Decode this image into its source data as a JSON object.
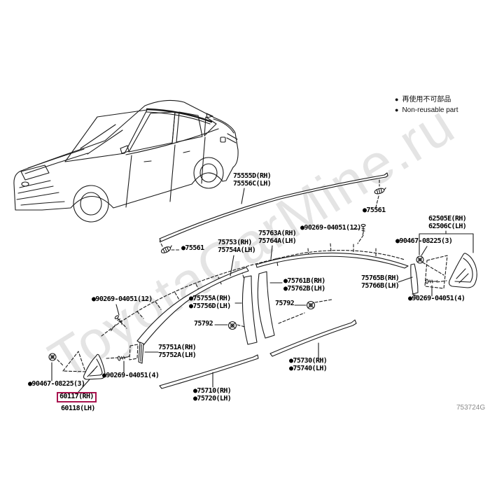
{
  "watermark": "ToyotaCarMine.ru",
  "diagram_code": "753724G",
  "colors": {
    "highlight_box": "#A8134E",
    "line": "#1a1a1a",
    "watermark": "#cfcfcf"
  },
  "legend": {
    "bullet": "●",
    "jp": "再使用不可部品",
    "en": "Non-reusable part"
  },
  "parts": {
    "roof_molding": {
      "line1": "75555D(RH)",
      "line2": "75556C(LH)"
    },
    "retainer_clip_right": {
      "line1": "●75561"
    },
    "retainer_clip_left": {
      "line1": "●75561"
    },
    "quarter_window_molding": {
      "line1": "62505E(RH)",
      "line2": "62506C(LH)"
    },
    "screw_roof": {
      "line1": "●90269-04051(12)"
    },
    "retainer_right": {
      "line1": "●90467-08225(3)"
    },
    "windshield_molding_rear": {
      "line1": "75763A(RH)",
      "line2": "75764A(LH)"
    },
    "windshield_molding_front": {
      "line1": "75753(RH)",
      "line2": "75754A(LH)"
    },
    "pillar_tape_rear": {
      "line1": "●75761B(RH)",
      "line2": "●75762B(LH)"
    },
    "quarter_pillar_molding": {
      "line1": "75765B(RH)",
      "line2": "75766B(LH)"
    },
    "screw_windshield": {
      "line1": "●90269-04051(12)"
    },
    "pillar_tape_front": {
      "line1": "●75755A(RH)",
      "line2": "●75756D(LH)"
    },
    "pad_right": {
      "line1": "75792"
    },
    "screw_quarter": {
      "line1": "●90269-04051(4)"
    },
    "pad_left": {
      "line1": "75792"
    },
    "cowl_side_molding": {
      "line1": "75751A(RH)",
      "line2": "75752A(LH)"
    },
    "screw_cowl": {
      "line1": "●90269-04051(4)"
    },
    "belt_molding_rear": {
      "line1": "●75730(RH)",
      "line2": "●75740(LH)"
    },
    "retainer_left": {
      "line1": "●90467-08225(3)"
    },
    "fender_molding_rh": {
      "line1": "60117(RH)"
    },
    "fender_molding_lh": {
      "line1": "60118(LH)"
    },
    "belt_molding_front": {
      "line1": "●75710(RH)",
      "line2": "●75720(LH)"
    }
  }
}
